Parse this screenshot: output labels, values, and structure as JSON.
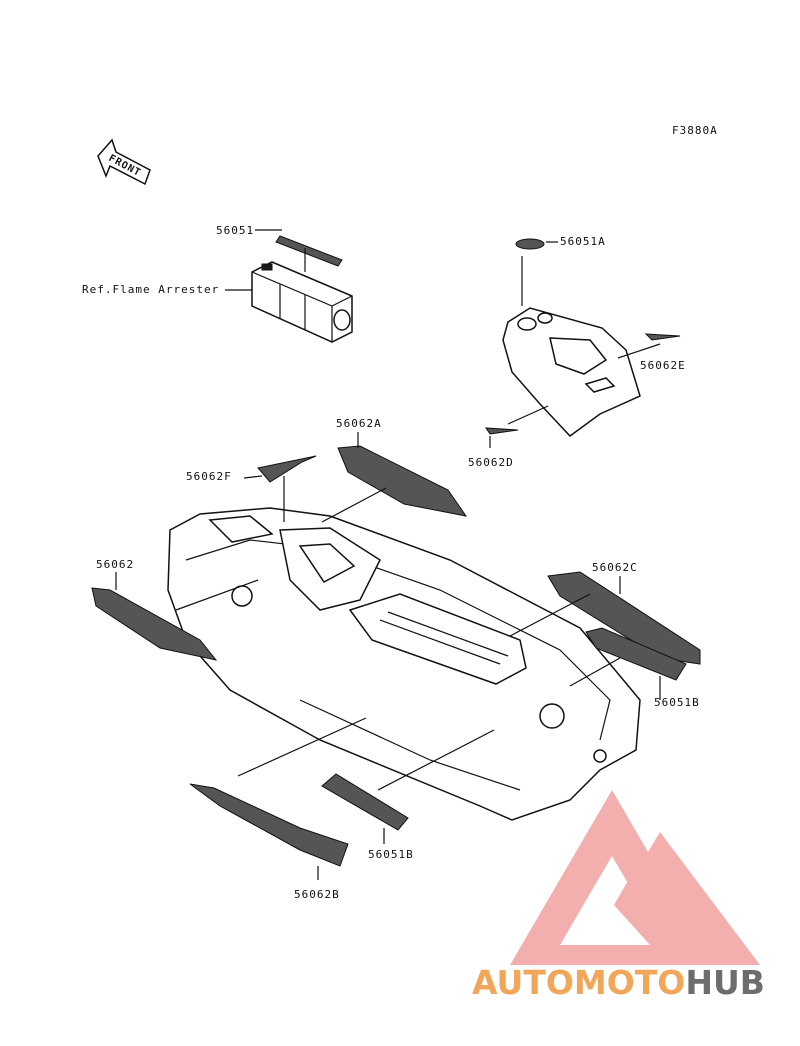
{
  "figure_code": "F3880A",
  "front_label": "FRONT",
  "ref_label": "Ref.Flame Arrester",
  "parts": {
    "p56051": "56051",
    "p56051A": "56051A",
    "p56051B_right": "56051B",
    "p56051B_bottom": "56051B",
    "p56062": "56062",
    "p56062A": "56062A",
    "p56062B": "56062B",
    "p56062C": "56062C",
    "p56062D": "56062D",
    "p56062E": "56062E",
    "p56062F": "56062F"
  },
  "watermark": {
    "part1": "AUTOMOTO",
    "part2": "HUB",
    "color_primary": "#f2a65a",
    "color_secondary": "#e86a5c",
    "color_dark": "#6d6d6d"
  }
}
